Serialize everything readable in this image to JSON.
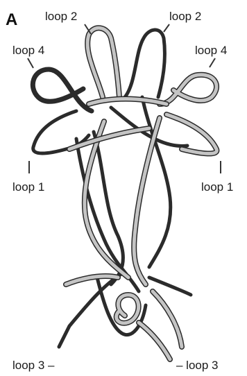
{
  "panel_label": "A",
  "labels": {
    "loop2_left": "loop 2",
    "loop2_right": "loop 2",
    "loop4_left": "loop 4",
    "loop4_right": "loop 4",
    "loop1_left": "loop 1",
    "loop1_right": "loop 1",
    "loop3_left": "loop 3 –",
    "loop3_right": "– loop 3"
  },
  "colors": {
    "dark_strand": "#2b2b2b",
    "light_strand": "#c4c4c4",
    "pointer": "#333333"
  }
}
